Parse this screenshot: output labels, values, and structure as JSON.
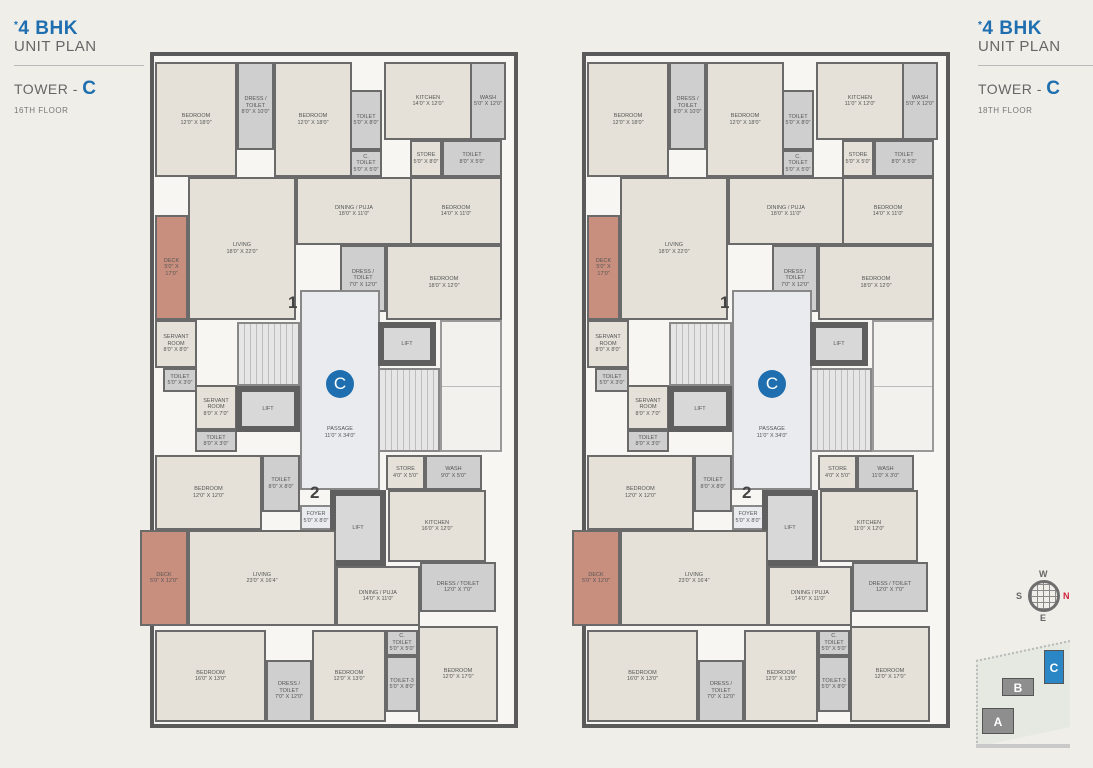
{
  "headers": [
    {
      "asterisk": "*",
      "bhk": "4 BHK",
      "unit_plan": "UNIT PLAN",
      "tower_label": "TOWER -",
      "tower_letter": "C",
      "floor": "16TH FLOOR"
    },
    {
      "asterisk": "*",
      "bhk": "4 BHK",
      "unit_plan": "UNIT PLAN",
      "tower_label": "TOWER -",
      "tower_letter": "C",
      "floor": "18TH FLOOR"
    }
  ],
  "plans": [
    {
      "tower_marker": "C",
      "unit_numbers": [
        "1",
        "2"
      ],
      "rooms": [
        {
          "name": "BEDROOM",
          "dim": "12'0\" X 18'0\""
        },
        {
          "name": "DRESS / TOILET",
          "dim": "8'0\" X 10'0\""
        },
        {
          "name": "BEDROOM",
          "dim": "12'0\" X 18'0\""
        },
        {
          "name": "TOILET",
          "dim": "5'0\" X 8'0\""
        },
        {
          "name": "C. TOILET",
          "dim": "5'0\" X 5'0\""
        },
        {
          "name": "KITCHEN",
          "dim": "14'0\" X 12'0\""
        },
        {
          "name": "WASH",
          "dim": "5'0\" X 12'0\""
        },
        {
          "name": "STORE",
          "dim": "5'0\" X 8'0\""
        },
        {
          "name": "TOILET",
          "dim": "8'0\" X 5'0\""
        },
        {
          "name": "LIVING",
          "dim": "18'0\" X 22'0\""
        },
        {
          "name": "DINING / PUJA",
          "dim": "18'0\" X 11'0\""
        },
        {
          "name": "DECK",
          "dim": "5'0\" X 17'0\""
        },
        {
          "name": "BEDROOM",
          "dim": "14'0\" X 11'0\""
        },
        {
          "name": "DRESS / TOILET",
          "dim": "7'0\" X 12'0\""
        },
        {
          "name": "BEDROOM",
          "dim": "18'0\" X 12'0\""
        },
        {
          "name": "SERVANT ROOM",
          "dim": "8'0\" X 8'0\""
        },
        {
          "name": "TOILET",
          "dim": "5'0\" X 3'0\""
        },
        {
          "name": "SERVANT ROOM",
          "dim": "8'0\" X 7'0\""
        },
        {
          "name": "TOILET",
          "dim": "8'0\" X 3'0\""
        },
        {
          "name": "",
          "dim": ""
        },
        {
          "name": "LIFT",
          "dim": ""
        },
        {
          "name": "PASSAGE",
          "dim": "11'0\" X 34'0\""
        },
        {
          "name": "LIFT",
          "dim": ""
        },
        {
          "name": "",
          "dim": ""
        },
        {
          "name": "",
          "dim": ""
        },
        {
          "name": "BEDROOM",
          "dim": "12'0\" X 12'0\""
        },
        {
          "name": "TOILET",
          "dim": "8'0\" X 8'0\""
        },
        {
          "name": "FOYER",
          "dim": "5'0\" X 8'0\""
        },
        {
          "name": "LIFT",
          "dim": ""
        },
        {
          "name": "STORE",
          "dim": "4'0\" X 5'0\""
        },
        {
          "name": "WASH",
          "dim": "9'0\" X 5'0\""
        },
        {
          "name": "KITCHEN",
          "dim": "16'0\" X 12'0\""
        },
        {
          "name": "DECK",
          "dim": "5'0\" X 12'0\""
        },
        {
          "name": "LIVING",
          "dim": "23'0\" X 16'4\""
        },
        {
          "name": "DINING / PUJA",
          "dim": "14'0\" X 11'0\""
        },
        {
          "name": "DRESS / TOILET",
          "dim": "12'0\" X 7'0\""
        },
        {
          "name": "BEDROOM",
          "dim": "16'0\" X 13'0\""
        },
        {
          "name": "DRESS / TOILET",
          "dim": "7'0\" X 12'0\""
        },
        {
          "name": "BEDROOM",
          "dim": "12'0\" X 13'0\""
        },
        {
          "name": "C. TOILET",
          "dim": "5'0\" X 5'0\""
        },
        {
          "name": "TOILET-3",
          "dim": "5'0\" X 8'0\""
        },
        {
          "name": "BEDROOM",
          "dim": "12'0\" X 17'0\""
        }
      ]
    },
    {
      "tower_marker": "C",
      "unit_numbers": [
        "1",
        "2"
      ],
      "rooms": [
        {
          "name": "BEDROOM",
          "dim": "12'0\" X 18'0\""
        },
        {
          "name": "DRESS / TOILET",
          "dim": "8'0\" X 10'0\""
        },
        {
          "name": "BEDROOM",
          "dim": "12'0\" X 18'0\""
        },
        {
          "name": "TOILET",
          "dim": "5'0\" X 8'0\""
        },
        {
          "name": "C. TOILET",
          "dim": "5'0\" X 5'0\""
        },
        {
          "name": "KITCHEN",
          "dim": "11'0\" X 12'0\""
        },
        {
          "name": "WASH",
          "dim": "5'0\" X 12'0\""
        },
        {
          "name": "STORE",
          "dim": "5'0\" X 5'0\""
        },
        {
          "name": "TOILET",
          "dim": "8'0\" X 5'0\""
        },
        {
          "name": "LIVING",
          "dim": "18'0\" X 22'0\""
        },
        {
          "name": "DINING / PUJA",
          "dim": "18'0\" X 11'0\""
        },
        {
          "name": "DECK",
          "dim": "5'0\" X 17'0\""
        },
        {
          "name": "BEDROOM",
          "dim": "14'0\" X 11'0\""
        },
        {
          "name": "DRESS / TOILET",
          "dim": "7'0\" X 12'0\""
        },
        {
          "name": "BEDROOM",
          "dim": "18'0\" X 12'0\""
        },
        {
          "name": "SERVANT ROOM",
          "dim": "8'0\" X 8'0\""
        },
        {
          "name": "TOILET",
          "dim": "5'0\" X 3'0\""
        },
        {
          "name": "SERVANT ROOM",
          "dim": "8'0\" X 7'0\""
        },
        {
          "name": "TOILET",
          "dim": "8'0\" X 3'0\""
        },
        {
          "name": "",
          "dim": ""
        },
        {
          "name": "LIFT",
          "dim": ""
        },
        {
          "name": "PASSAGE",
          "dim": "11'0\" X 34'0\""
        },
        {
          "name": "LIFT",
          "dim": ""
        },
        {
          "name": "",
          "dim": ""
        },
        {
          "name": "",
          "dim": ""
        },
        {
          "name": "BEDROOM",
          "dim": "12'0\" X 12'0\""
        },
        {
          "name": "TOILET",
          "dim": "8'0\" X 8'0\""
        },
        {
          "name": "FOYER",
          "dim": "5'0\" X 8'0\""
        },
        {
          "name": "LIFT",
          "dim": ""
        },
        {
          "name": "STORE",
          "dim": "4'0\" X 5'0\""
        },
        {
          "name": "WASH",
          "dim": "11'0\" X 3'0\""
        },
        {
          "name": "KITCHEN",
          "dim": "11'0\" X 12'0\""
        },
        {
          "name": "DECK",
          "dim": "5'0\" X 12'0\""
        },
        {
          "name": "LIVING",
          "dim": "23'0\" X 16'4\""
        },
        {
          "name": "DINING / PUJA",
          "dim": "14'0\" X 11'0\""
        },
        {
          "name": "DRESS / TOILET",
          "dim": "12'0\" X 7'0\""
        },
        {
          "name": "BEDROOM",
          "dim": "16'0\" X 13'0\""
        },
        {
          "name": "DRESS / TOILET",
          "dim": "7'0\" X 12'0\""
        },
        {
          "name": "BEDROOM",
          "dim": "12'0\" X 13'0\""
        },
        {
          "name": "C. TOILET",
          "dim": "5'0\" X 5'0\""
        },
        {
          "name": "TOILET-3",
          "dim": "5'0\" X 8'0\""
        },
        {
          "name": "BEDROOM",
          "dim": "12'0\" X 17'0\""
        }
      ]
    }
  ],
  "compass": {
    "w": "W",
    "s": "S",
    "n": "N",
    "e": "E",
    "north_color": "#d0203a"
  },
  "site_plan": {
    "buildings": [
      "A",
      "B",
      "C"
    ],
    "highlight": "C",
    "highlight_color": "#2a86c4",
    "building_color": "#8e8e8e"
  },
  "colors": {
    "accent": "#1f6fb0",
    "deck": "#c98f7e",
    "room": "#e5e1d8",
    "wet": "#cfcfcf",
    "background": "#efeee9"
  }
}
